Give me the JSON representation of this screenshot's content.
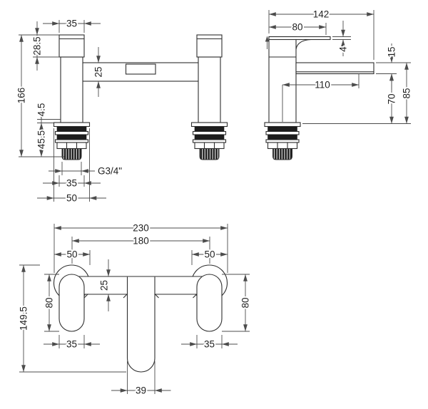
{
  "drawing": {
    "front_view": {
      "labels": {
        "top_width": "35",
        "handle_height": "28.5",
        "overall_height": "166",
        "bar_height": "25",
        "deck_gap": "4.5",
        "tail_length": "45.5",
        "thread_size": "G3/4\"",
        "body_width": "35",
        "flange_width": "50"
      }
    },
    "side_view": {
      "labels": {
        "overall_depth": "142",
        "handle_length": "80",
        "handle_thickness": "4",
        "spout_thickness": "15",
        "spout_reach": "110",
        "spout_underside": "70",
        "spout_top": "85"
      }
    },
    "plan_view": {
      "labels": {
        "overall_width": "230",
        "tap_centres": "180",
        "left_offset": "50",
        "right_offset": "50",
        "bar_depth": "25",
        "left_body_length": "80",
        "right_body_length": "80",
        "overall_depth": "149.5",
        "left_body_width": "35",
        "right_body_width": "35",
        "spout_width": "39"
      }
    }
  }
}
